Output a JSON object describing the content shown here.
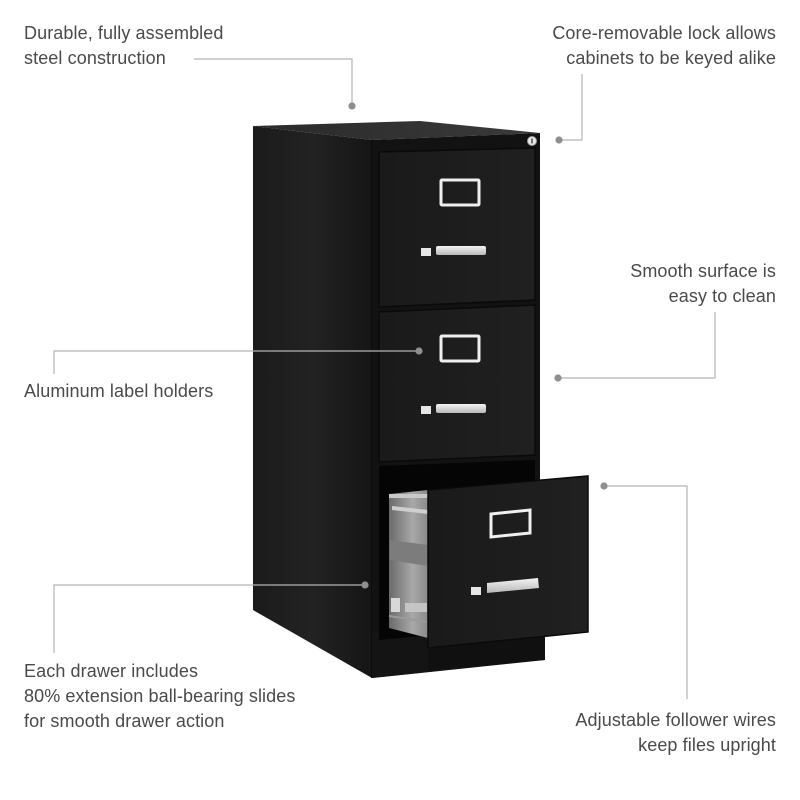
{
  "product": {
    "name": "Three-drawer vertical file cabinet",
    "color": "#141414",
    "drawer_count": 3,
    "open_drawer_index": 3
  },
  "colors": {
    "text": "#4a4a4a",
    "leader_line": "#b4b4b4",
    "leader_dot": "#8e8e93",
    "cabinet_body": "#161616",
    "cabinet_front": "#1c1c1c",
    "hardware": "#e6e6e6",
    "background": "#ffffff"
  },
  "callouts": [
    {
      "id": "steel-construction",
      "lines": [
        "Durable, fully assembled",
        "steel construction"
      ],
      "align": "left"
    },
    {
      "id": "core-removable-lock",
      "lines": [
        "Core-removable lock allows",
        "cabinets to be keyed alike"
      ],
      "align": "right"
    },
    {
      "id": "smooth-surface",
      "lines": [
        "Smooth surface is",
        "easy to clean"
      ],
      "align": "right"
    },
    {
      "id": "label-holders",
      "lines": [
        "Aluminum label holders"
      ],
      "align": "left"
    },
    {
      "id": "ball-bearing-slides",
      "lines": [
        "Each drawer includes",
        "80% extension ball-bearing slides",
        "for smooth drawer action"
      ],
      "align": "left"
    },
    {
      "id": "follower-wires",
      "lines": [
        "Adjustable follower wires",
        "keep files upright"
      ],
      "align": "right"
    }
  ]
}
